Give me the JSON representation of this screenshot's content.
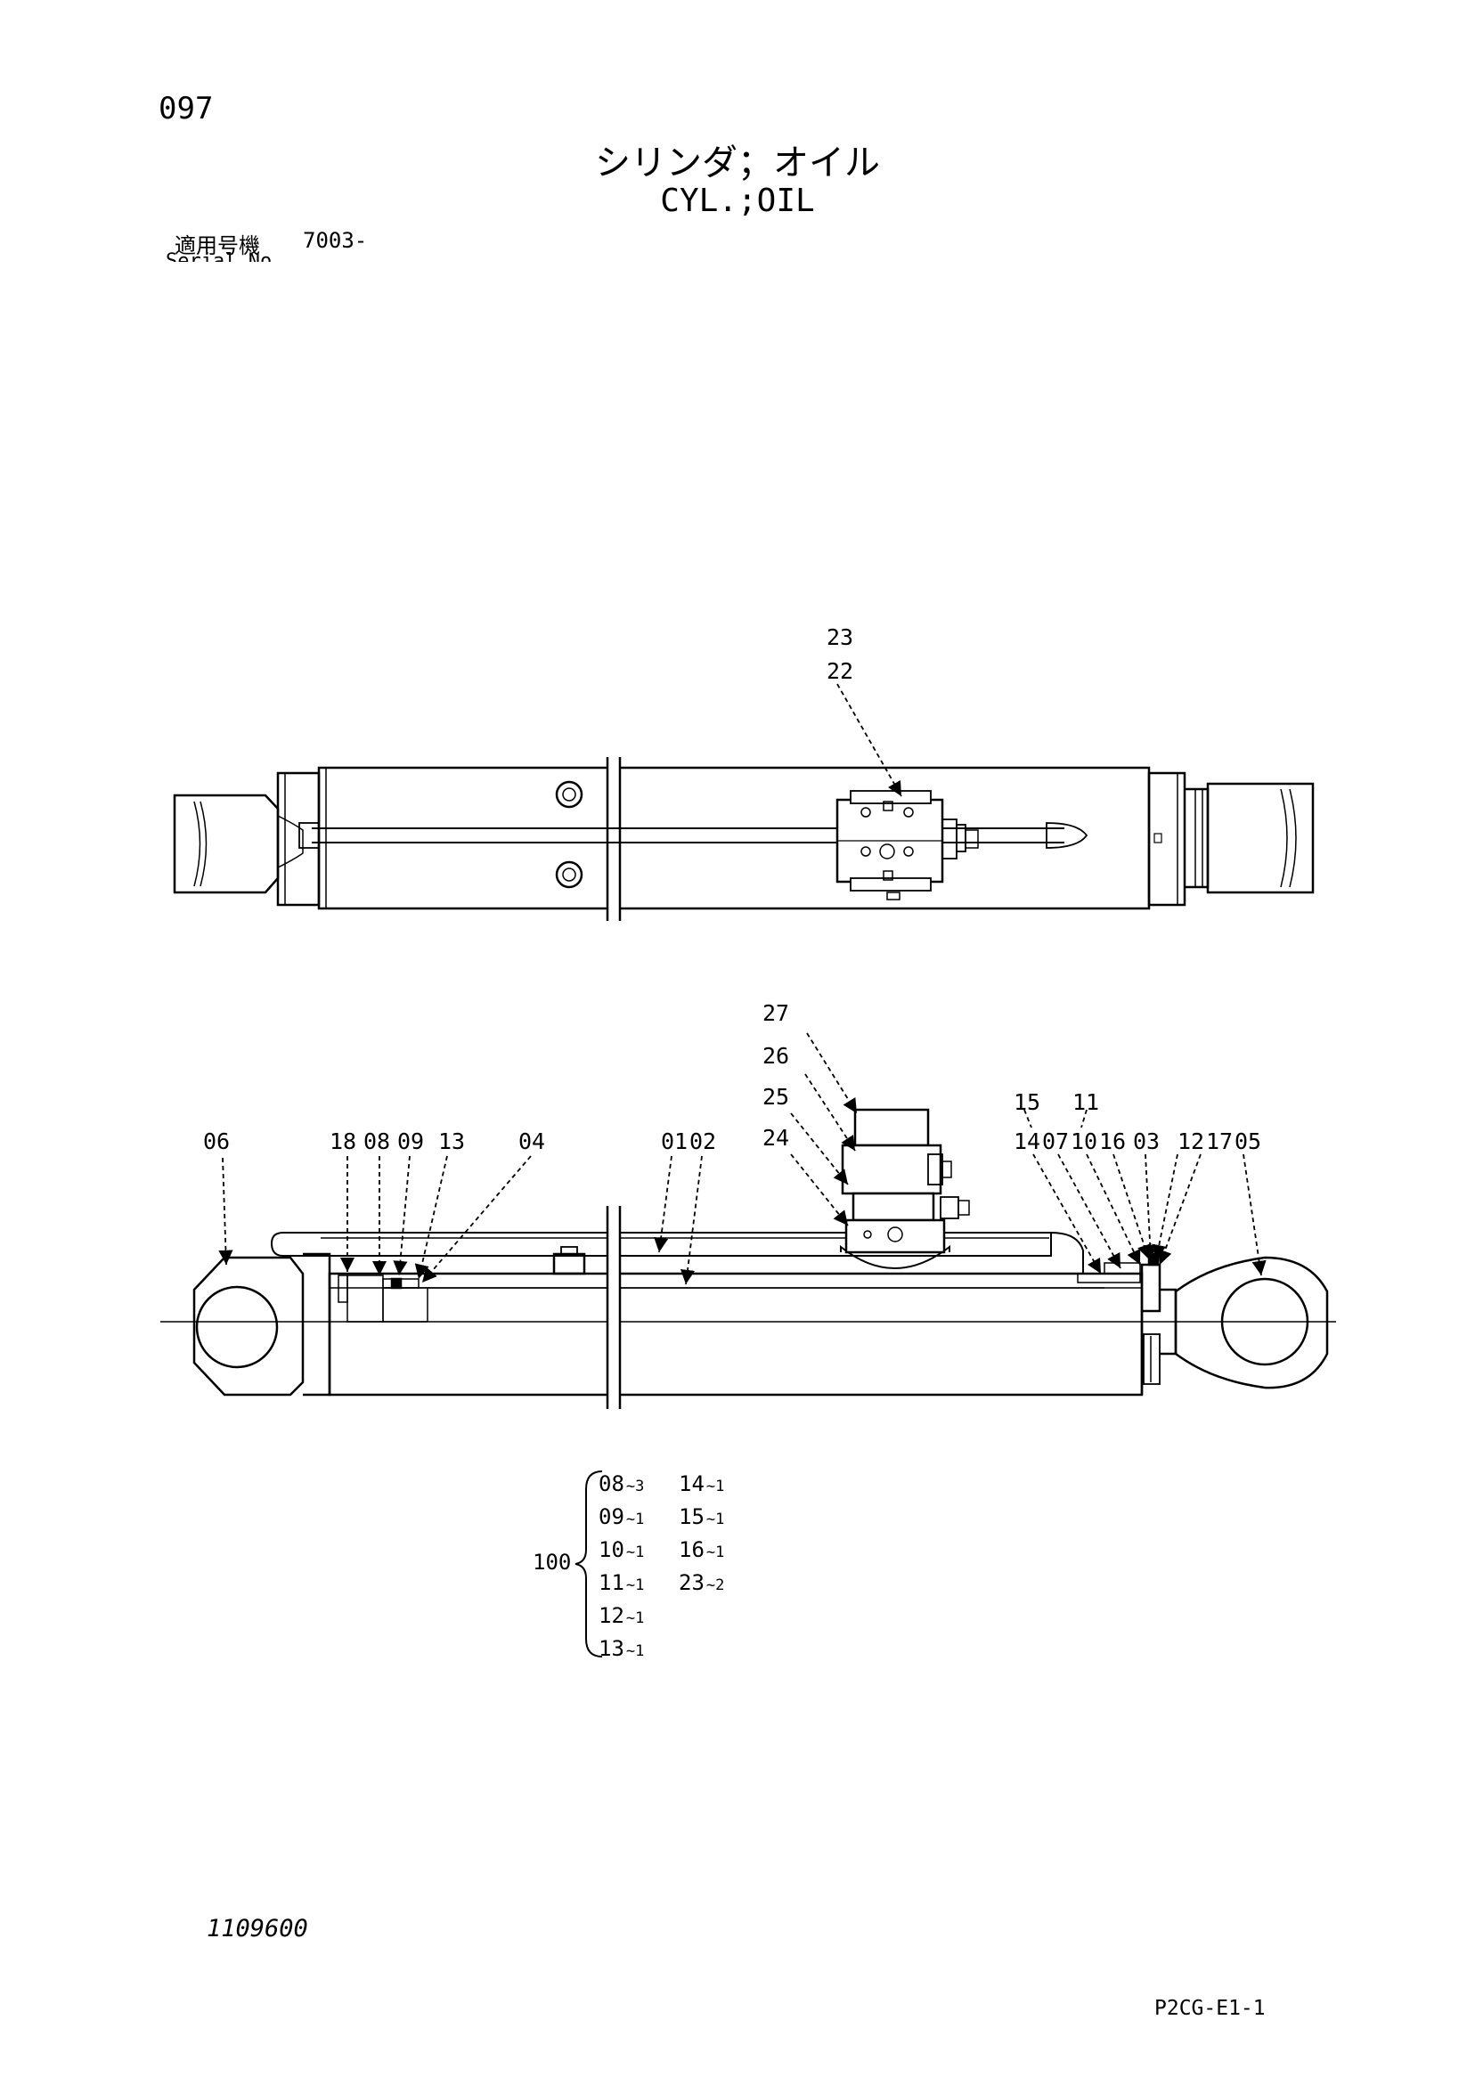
{
  "page_number": "097",
  "title_jp": "シリンダ；オイル",
  "title_en": "CYL.;OIL",
  "serial": {
    "label": "適用号機",
    "value": "7003-",
    "sub_label": "Serial No."
  },
  "callouts_top": {
    "c23": "23",
    "c22": "22"
  },
  "callouts_bottom": {
    "c27": "27",
    "c26": "26",
    "c25": "25",
    "c24": "24",
    "c06": "06",
    "c18": "18",
    "c08": "08",
    "c09": "09",
    "c13": "13",
    "c04": "04",
    "c01": "01",
    "c02": "02",
    "c15": "15",
    "c11": "11",
    "c14": "14",
    "c07": "07",
    "c10": "10",
    "c16": "16",
    "c03": "03",
    "c12": "12",
    "c17": "17",
    "c05": "05"
  },
  "kit": {
    "id": "100",
    "col1": [
      {
        "part": "08",
        "qty": "3"
      },
      {
        "part": "09",
        "qty": "1"
      },
      {
        "part": "10",
        "qty": "1"
      },
      {
        "part": "11",
        "qty": "1"
      },
      {
        "part": "12",
        "qty": "1"
      },
      {
        "part": "13",
        "qty": "1"
      }
    ],
    "col2": [
      {
        "part": "14",
        "qty": "1"
      },
      {
        "part": "15",
        "qty": "1"
      },
      {
        "part": "16",
        "qty": "1"
      },
      {
        "part": "23",
        "qty": "2"
      }
    ]
  },
  "illustration_number": "1109600",
  "page_code": "P2CG-E1-1"
}
